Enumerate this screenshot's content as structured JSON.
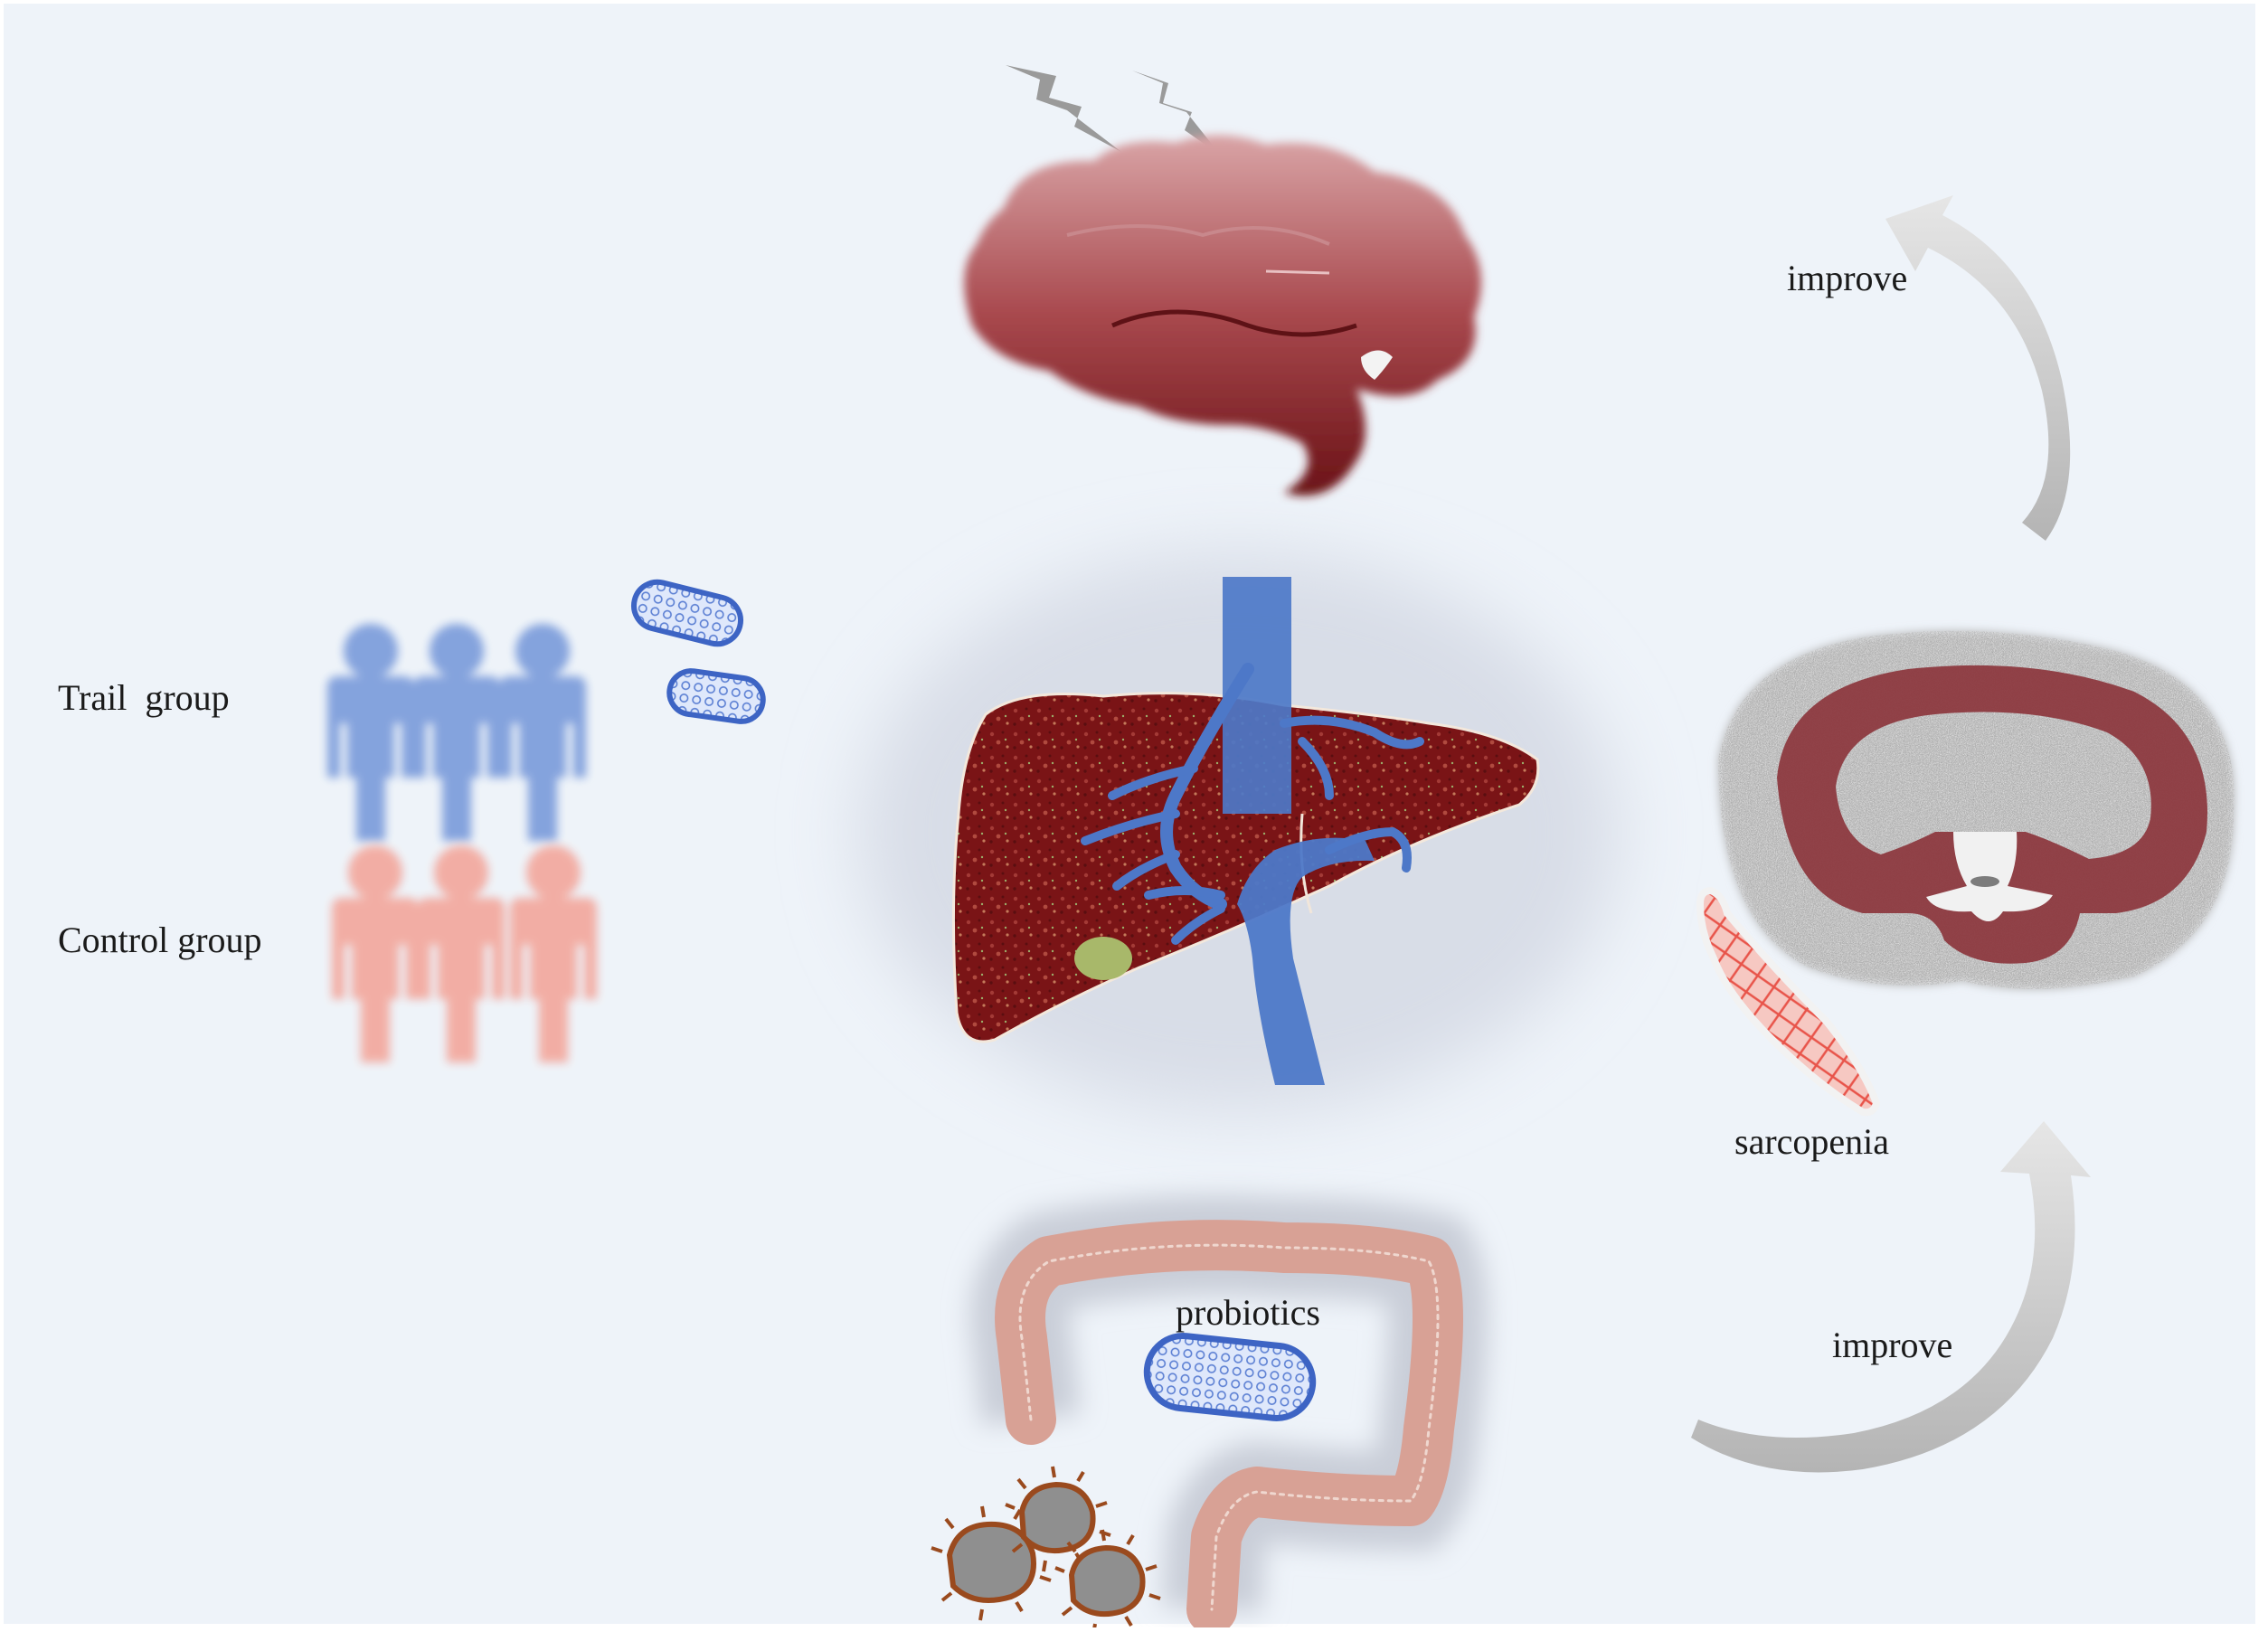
{
  "labels": {
    "trail_group": "Trail  group",
    "control_group": "Control group",
    "probiotics": "probiotics",
    "sarcopenia": "sarcopenia",
    "improve_top": "improve",
    "improve_bottom": "improve"
  },
  "colors": {
    "background": "#eef3f9",
    "trail_group": "#7f9fdc",
    "control_group": "#f3aaa0",
    "brain": "#8e2a2e",
    "liver": "#7a1416",
    "portal_vein": "#4d78c8",
    "intestine": "#d8a195",
    "probiotic_capsule": "#3d64c4",
    "muscle_ring": "#8d3a40",
    "muscle_fiber": "#ef7a70",
    "improve_arrow": "#c4c4c4",
    "pathogen": "#9a4a1e"
  },
  "icons": [
    "person-icon",
    "probiotic-capsule-icon",
    "brain-icon",
    "lightning-bolt-icon",
    "liver-icon",
    "portal-vein-icon",
    "gallbladder-icon",
    "intestine-icon",
    "pathogen-bacteria-icon",
    "muscle-cross-section-icon",
    "muscle-fiber-icon",
    "curved-arrow-icon"
  ]
}
